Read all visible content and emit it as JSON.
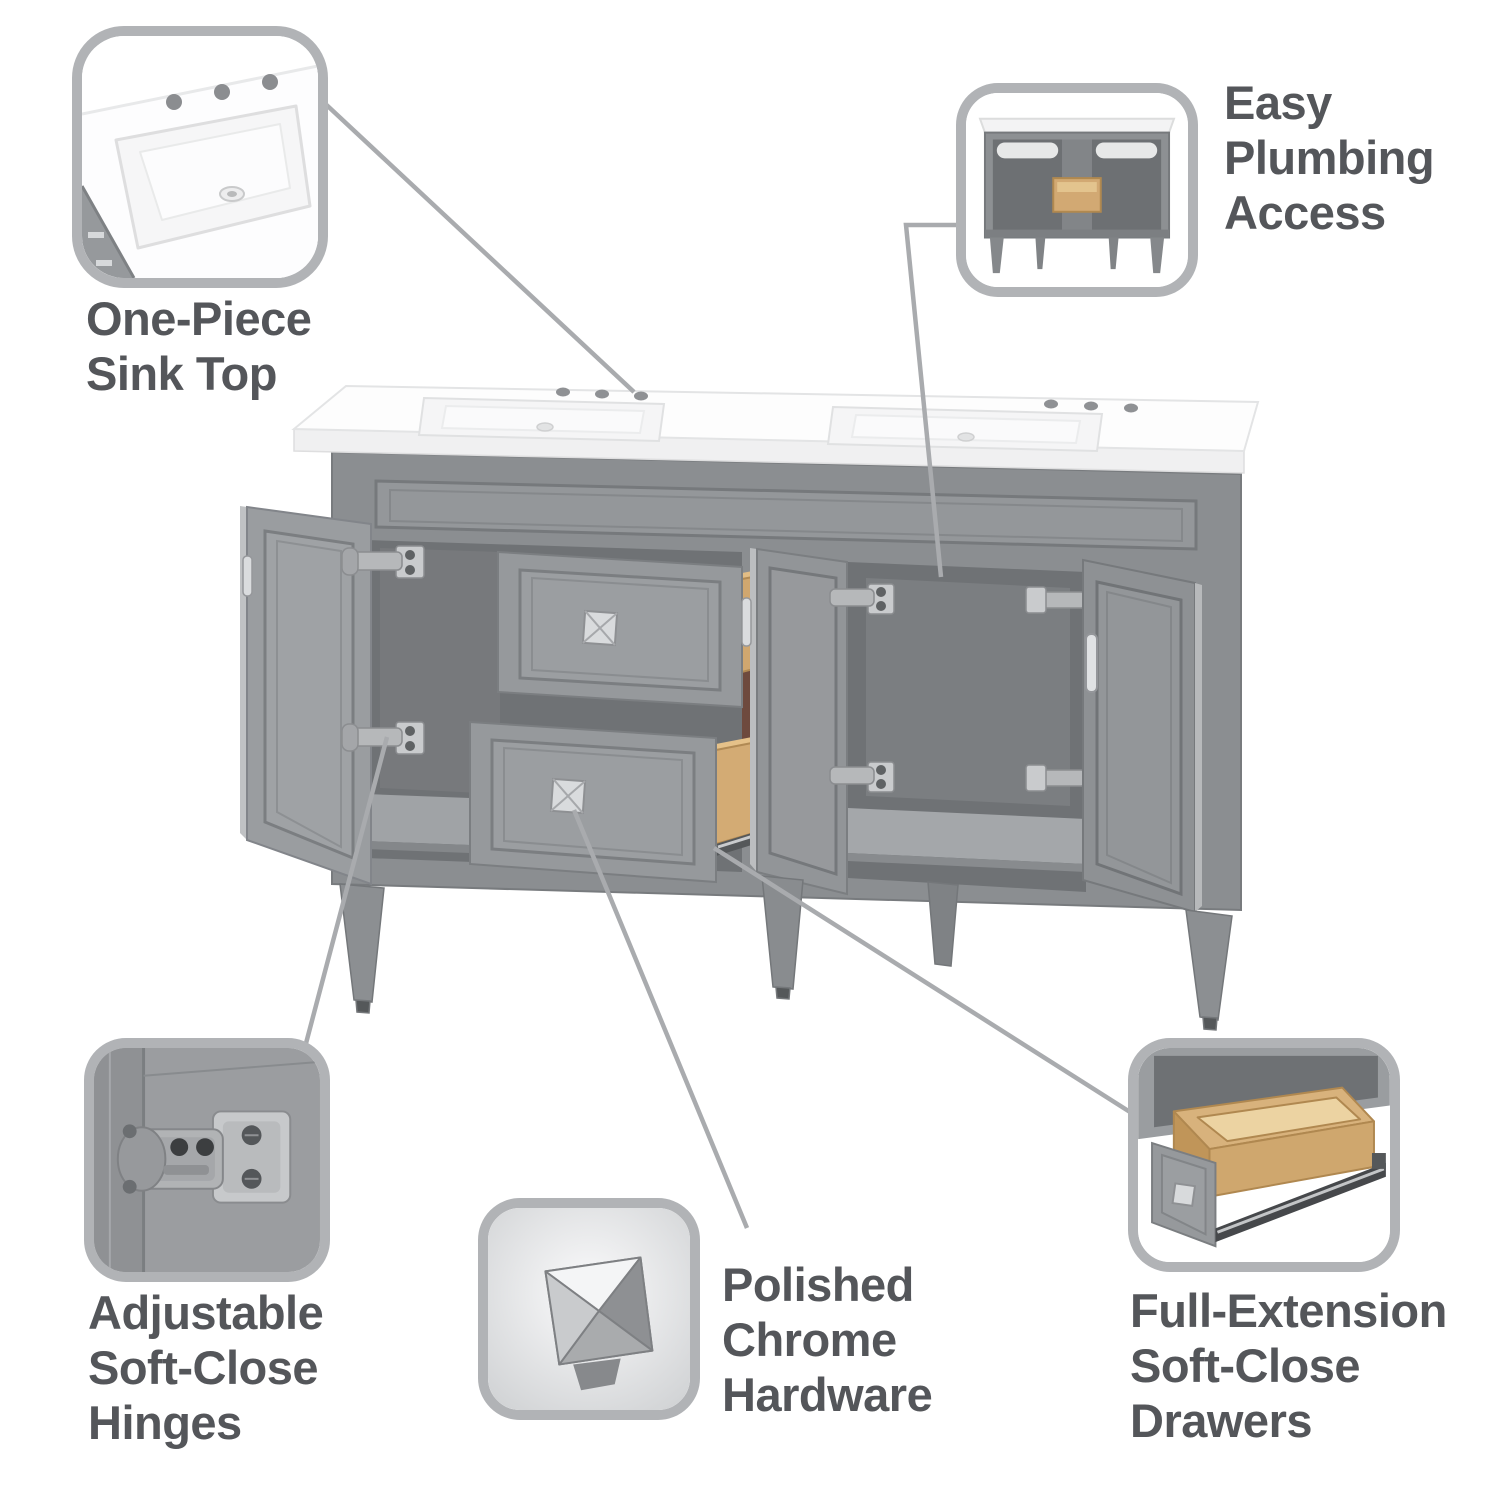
{
  "page": {
    "background": "#ffffff",
    "connector_color": "#a9abae",
    "callout_border_color": "#b1b3b6",
    "label_color": "#54565a",
    "vanity_gray": "#8b8e91",
    "wood_color": "#d0a76f",
    "chrome_color": "#d9dbdd"
  },
  "callouts": {
    "sink_top": {
      "label": "One-Piece\nSink Top"
    },
    "plumbing": {
      "label": "Easy\nPlumbing\nAccess"
    },
    "hinges": {
      "label": "Adjustable\nSoft-Close\nHinges"
    },
    "hardware": {
      "label": "Polished\nChrome\nHardware"
    },
    "drawers": {
      "label": "Full-Extension\nSoft-Close\nDrawers"
    }
  }
}
